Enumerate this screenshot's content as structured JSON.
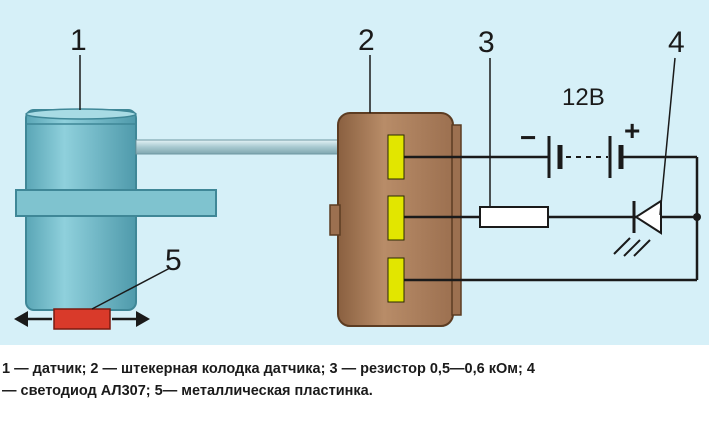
{
  "labels": {
    "sensor": "1",
    "connector": "2",
    "resistor": "3",
    "led": "4",
    "plate": "5",
    "voltage": "12В",
    "minus": "−",
    "plus": "+"
  },
  "caption": {
    "line1": "1 — датчик; 2 — штекерная колодка датчика; 3 — резистор 0,5—0,6 кОм; 4",
    "line2": "— светодиод АЛ307; 5— металлическая пластинка."
  },
  "colors": {
    "background": "#d6f0f8",
    "sensor_body": "#6fb6c4",
    "connector_body": "#a97b58",
    "pins": "#e2e600",
    "plate": "#d93a2a",
    "wire": "#1a1a1a"
  }
}
